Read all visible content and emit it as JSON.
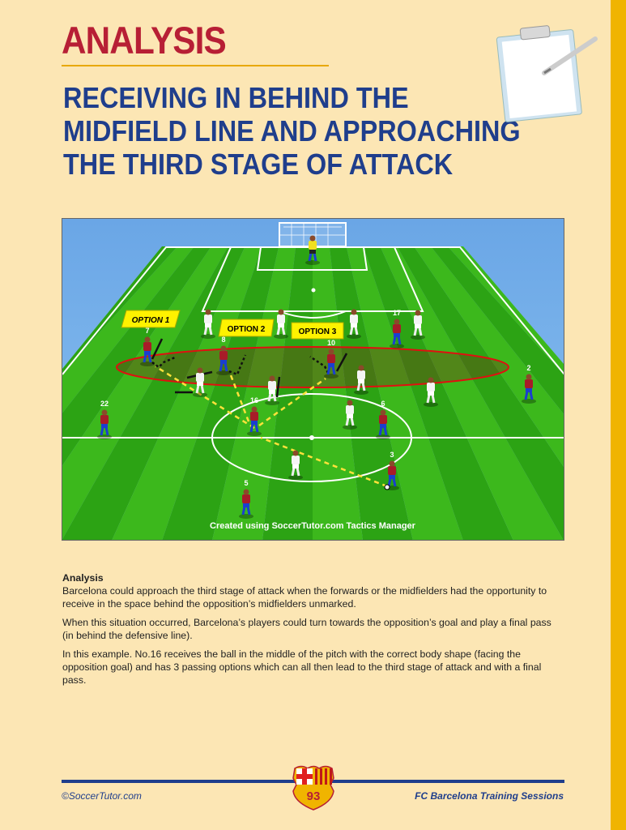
{
  "header": {
    "section": "ANALYSIS",
    "title": "RECEIVING IN BEHIND THE MIDFIELD LINE AND APPROACHING THE THIRD STAGE OF ATTACK"
  },
  "diagram": {
    "options": [
      "OPTION 1",
      "OPTION 2",
      "OPTION 3"
    ],
    "credit": "Created using SoccerTutor.com Tactics Manager",
    "player_numbers": [
      "7",
      "8",
      "10",
      "17",
      "2",
      "22",
      "16",
      "6",
      "3",
      "5"
    ]
  },
  "body": {
    "heading": "Analysis",
    "paragraphs": [
      "Barcelona could approach the third stage of attack when the forwards or the midfielders had the opportunity to receive in the space behind the opposition’s midfielders unmarked.",
      "When this situation occurred, Barcelona’s players could turn towards the opposition’s goal and play a final pass (in behind the defensive line).",
      "In this example. No.16 receives the ball in the middle of the pitch with the correct body shape (facing the opposition goal) and has 3 passing options which can all then lead to the third stage of attack and with a final pass."
    ]
  },
  "footer": {
    "left": "©SoccerTutor.com",
    "page": "93",
    "right": "FC Barcelona Training Sessions"
  },
  "colors": {
    "red": "#b71f35",
    "blue": "#1f3e8c",
    "gold": "#f0b400",
    "bg": "#fce6b4"
  }
}
